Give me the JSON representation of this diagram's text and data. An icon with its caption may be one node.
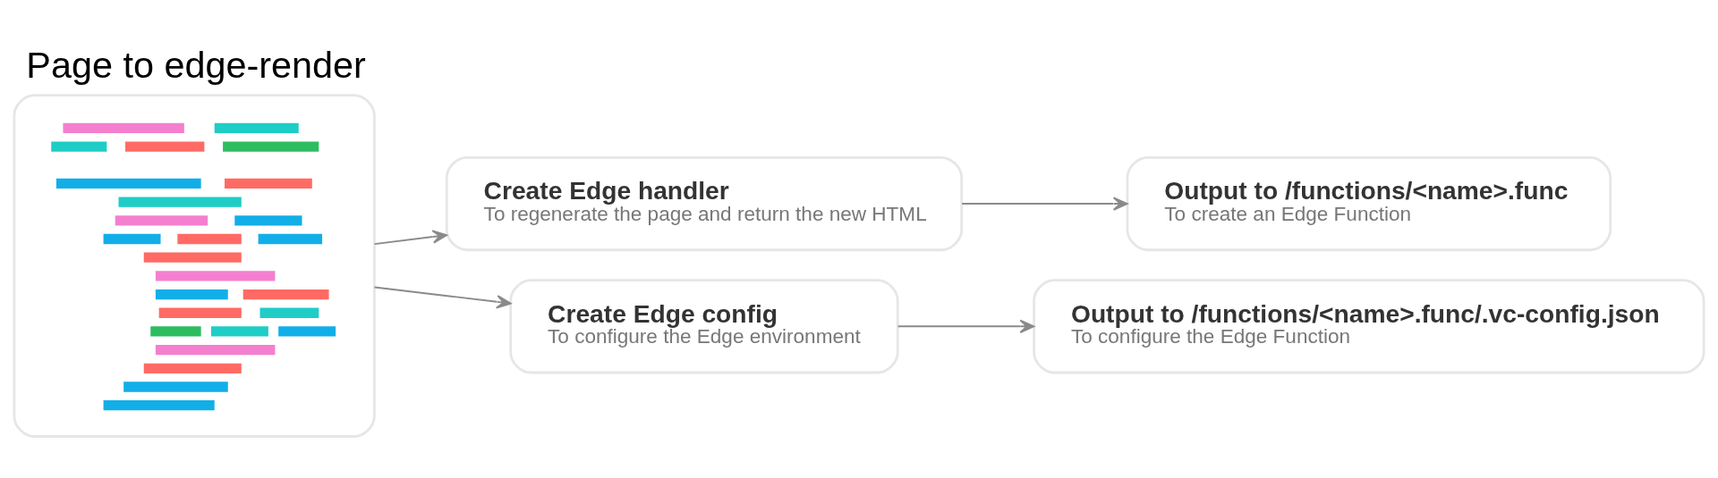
{
  "diagram": {
    "title": "Page to edge-render",
    "nodes": [
      {
        "text": [],
        "shape": "picture"
      },
      {
        "text": [
          "Create Edge handler",
          "To regenerate the page and return the new HTML"
        ]
      },
      {
        "text": [
          "Create Edge config",
          "To configure the Edge environment"
        ]
      },
      {
        "text": [
          "Output to /functions/<name>.func",
          "To create an Edge Function"
        ]
      },
      {
        "text": [
          "Output to /functions/<name>.func/.vc-config.json",
          "To configure the Edge Function"
        ]
      }
    ],
    "edges": [
      {
        "from": 0,
        "to": 1,
        "arrow": "to"
      },
      {
        "from": 0,
        "to": 2,
        "arrow": "to"
      },
      {
        "from": 1,
        "to": 3,
        "arrow": "to"
      },
      {
        "from": 2,
        "to": 4,
        "arrow": "to"
      }
    ]
  }
}
